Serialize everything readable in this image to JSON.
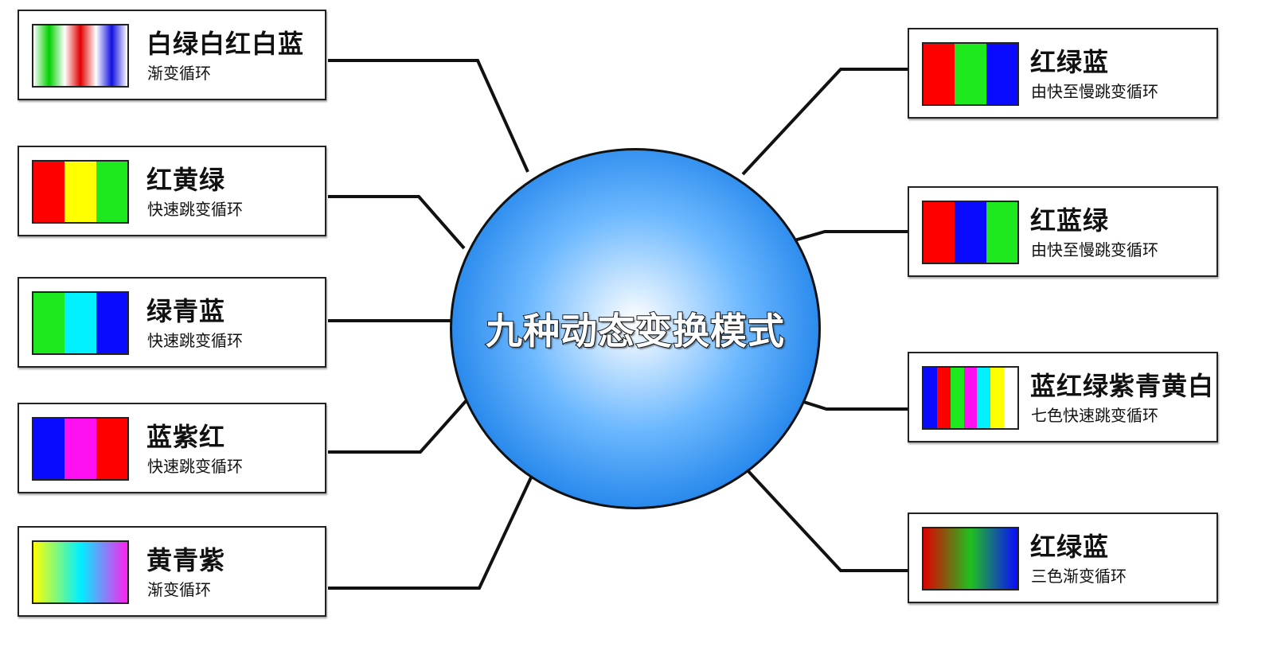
{
  "hub": {
    "label": "九种动态变换模式",
    "gradient_inner": "#ffffff",
    "gradient_mid": "#6cb8ff",
    "gradient_outer": "#1a7fe8"
  },
  "line_color": "#111111",
  "left_modes": [
    {
      "title": "白绿白红白蓝",
      "subtitle": "渐变循环",
      "swatch": {
        "style": "gradient",
        "colors": [
          "#ffffff",
          "#00d000",
          "#ffffff",
          "#e00000",
          "#ffffff",
          "#1010e0",
          "#ffffff"
        ]
      }
    },
    {
      "title": "红黄绿",
      "subtitle": "快速跳变循环",
      "swatch": {
        "style": "segments",
        "colors": [
          "#ff0000",
          "#ffff00",
          "#1ee81e"
        ]
      }
    },
    {
      "title": "绿青蓝",
      "subtitle": "快速跳变循环",
      "swatch": {
        "style": "segments",
        "colors": [
          "#1ee81e",
          "#00f0ff",
          "#0a0aff"
        ]
      }
    },
    {
      "title": "蓝紫红",
      "subtitle": "快速跳变循环",
      "swatch": {
        "style": "segments",
        "colors": [
          "#0a0aff",
          "#ff10f0",
          "#ff0000"
        ]
      }
    },
    {
      "title": "黄青紫",
      "subtitle": "渐变循环",
      "swatch": {
        "style": "gradient",
        "colors": [
          "#ffff00",
          "#00f0ff",
          "#ff20f0"
        ]
      }
    }
  ],
  "right_modes": [
    {
      "title": "红绿蓝",
      "subtitle": "由快至慢跳变循环",
      "swatch": {
        "style": "segments",
        "colors": [
          "#ff0000",
          "#1ee81e",
          "#0a0aff"
        ]
      }
    },
    {
      "title": "红蓝绿",
      "subtitle": "由快至慢跳变循环",
      "swatch": {
        "style": "segments",
        "colors": [
          "#ff0000",
          "#0a0aff",
          "#1ee81e"
        ]
      }
    },
    {
      "title": "蓝红绿紫青黄白",
      "subtitle": "七色快速跳变循环",
      "swatch": {
        "style": "segments",
        "colors": [
          "#0a0aff",
          "#ff0000",
          "#1ee81e",
          "#ff10f0",
          "#00f0ff",
          "#ffff00",
          "#ffffff"
        ]
      }
    },
    {
      "title": "红绿蓝",
      "subtitle": "三色渐变循环",
      "swatch": {
        "style": "gradient",
        "colors": [
          "#e00000",
          "#20c020",
          "#0a0aff"
        ]
      }
    }
  ]
}
